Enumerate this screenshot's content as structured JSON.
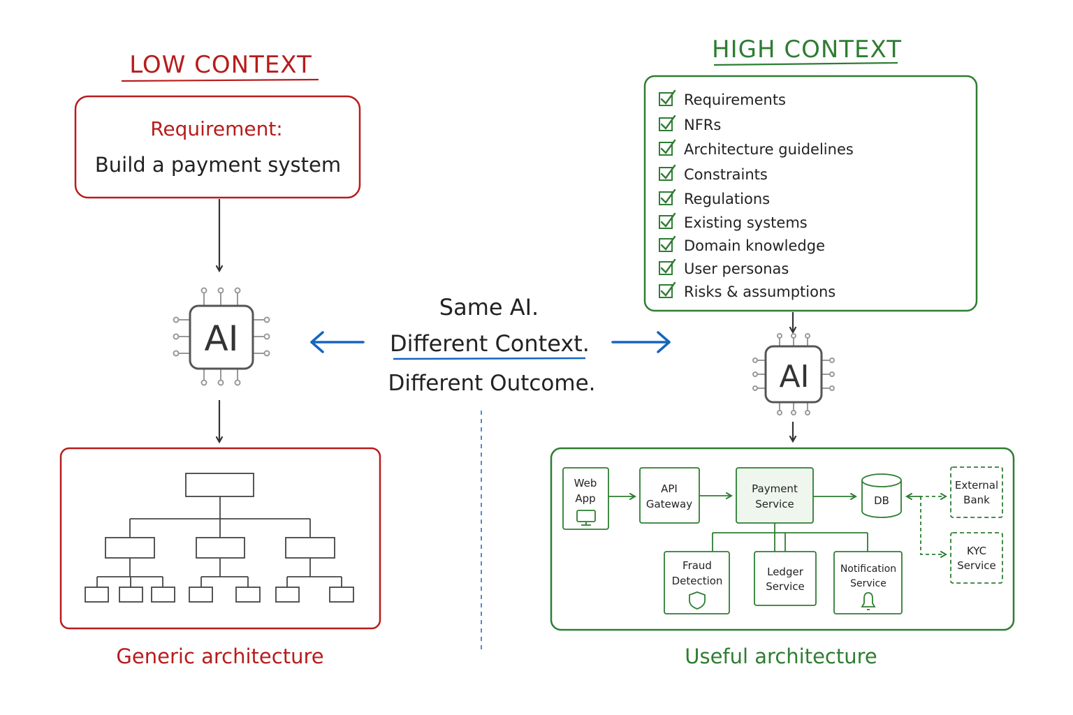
{
  "colors": {
    "red": "#b71c1c",
    "green": "#2e7d32",
    "blue": "#1565c0",
    "ink": "#333333",
    "chip": "#555555",
    "chip_pins": "#999999"
  },
  "left": {
    "title": "LOW CONTEXT",
    "requirement_label": "Requirement:",
    "requirement_text": "Build a payment system",
    "ai_label": "AI",
    "caption": "Generic architecture"
  },
  "center": {
    "line1": "Same AI.",
    "line2": "Different Context.",
    "line3": "Different Outcome."
  },
  "right": {
    "title": "HIGH CONTEXT",
    "checklist": [
      "Requirements",
      "NFRs",
      "Architecture guidelines",
      "Constraints",
      "Regulations",
      "Existing systems",
      "Domain knowledge",
      "User personas",
      "Risks & assumptions"
    ],
    "ai_label": "AI",
    "caption": "Useful architecture",
    "architecture": {
      "web_app": [
        "Web",
        "App"
      ],
      "api_gateway": [
        "API",
        "Gateway"
      ],
      "payment_service": [
        "Payment",
        "Service"
      ],
      "db": "DB",
      "external_bank": [
        "External",
        "Bank"
      ],
      "kyc_service": [
        "KYC",
        "Service"
      ],
      "fraud_detection": [
        "Fraud",
        "Detection"
      ],
      "ledger_service": [
        "Ledger",
        "Service"
      ],
      "notification_service": [
        "Notification",
        "Service"
      ]
    }
  }
}
